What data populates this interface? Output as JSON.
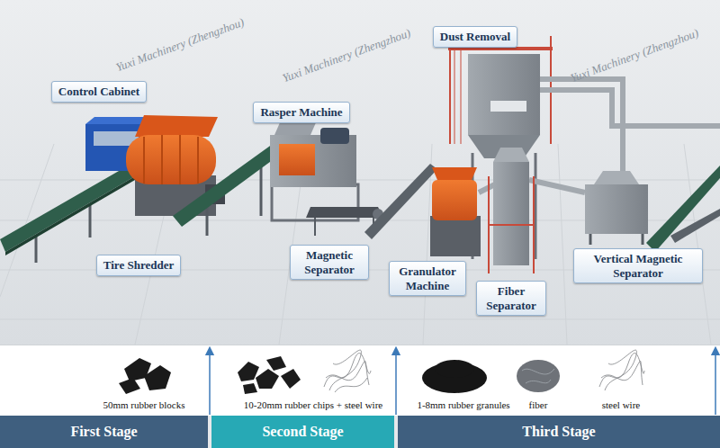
{
  "diagram": {
    "nodes": [
      {
        "text": [
          "Control Cabinet"
        ]
      },
      {
        "text": [
          "Tire Shredder"
        ]
      },
      {
        "text": [
          "Rasper Machine"
        ]
      },
      {
        "text": [
          "Magnetic Separator"
        ]
      },
      {
        "text": [
          "Dust Removal"
        ]
      },
      {
        "text": [
          "Granulator Machine"
        ]
      },
      {
        "text": [
          "Fiber Separator"
        ]
      },
      {
        "text": [
          "Vertical Magnetic Separator"
        ]
      },
      {
        "text": [
          "First Stage"
        ]
      },
      {
        "text": [
          "Second Stage"
        ]
      },
      {
        "text": [
          "Third Stage"
        ]
      }
    ],
    "labels": [
      "50mm rubber blocks",
      "10-20mm rubber chips + steel wire",
      "1-8mm rubber granules",
      "fiber",
      "steel wire",
      "Yuxi Machinery (Zhengzhou)",
      "Yuxi Machinery (Zhengzhou)",
      "Yuxi Machinery (Zhengzhou)"
    ]
  }
}
